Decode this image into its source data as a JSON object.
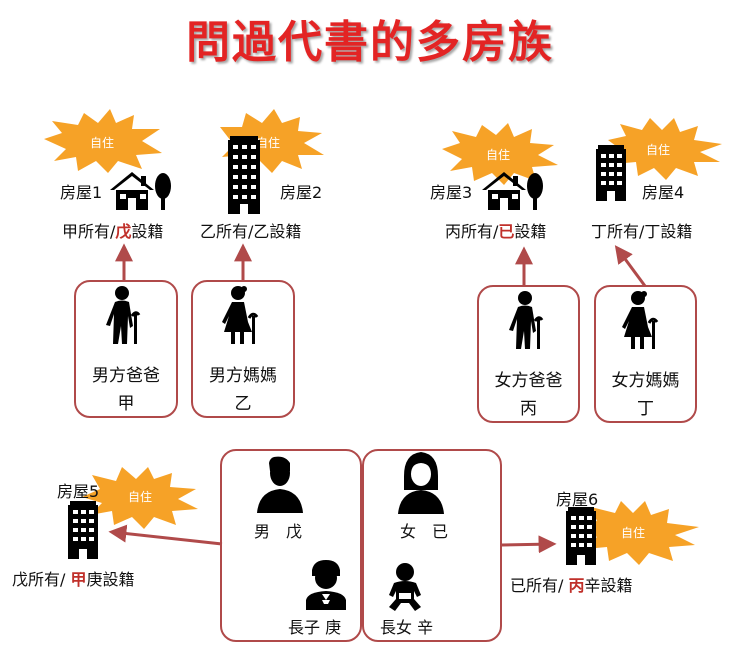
{
  "title": "問過代書的多房族",
  "burst_label": "自住",
  "houses": {
    "h1": {
      "name": "房屋1",
      "owner": "甲所有/",
      "reg_char": "戊",
      "reg_suffix": "設籍"
    },
    "h2": {
      "name": "房屋2",
      "owner": "乙所有/乙設籍"
    },
    "h3": {
      "name": "房屋3",
      "owner": "丙所有/",
      "reg_char": "已",
      "reg_suffix": "設籍"
    },
    "h4": {
      "name": "房屋4",
      "owner": "丁所有/丁設籍"
    },
    "h5": {
      "name": "房屋5",
      "owner": "戊所有/ ",
      "reg_char": "甲",
      "reg_suffix": "庚設籍"
    },
    "h6": {
      "name": "房屋6",
      "owner": "已所有/ ",
      "reg_char": "丙",
      "reg_suffix": "辛設籍"
    }
  },
  "people": {
    "husband_father": {
      "line1": "男方爸爸",
      "line2": "甲"
    },
    "husband_mother": {
      "line1": "男方媽媽",
      "line2": "乙"
    },
    "wife_father": {
      "line1": "女方爸爸",
      "line2": "丙"
    },
    "wife_mother": {
      "line1": "女方媽媽",
      "line2": "丁"
    },
    "husband": "男　戊",
    "wife": "女　已",
    "son": "長子 庚",
    "daughter": "長女 辛"
  },
  "colors": {
    "title": "#e32424",
    "accent": "#c0302a",
    "burst": "#f6a227",
    "card_border": "#b04a4a",
    "arrow": "#b04a4a"
  }
}
